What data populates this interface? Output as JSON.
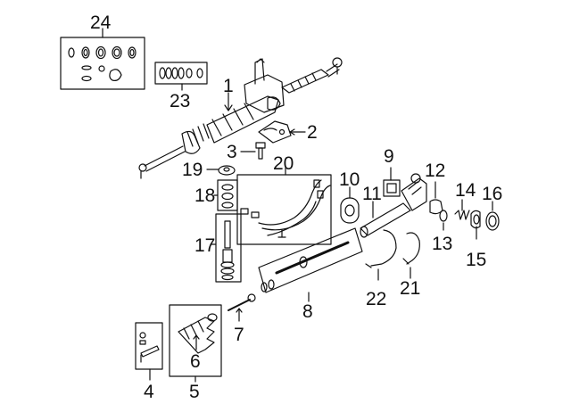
{
  "colors": {
    "line": "#111111",
    "background": "#ffffff"
  },
  "callouts": {
    "c1": "1",
    "c2": "2",
    "c3": "3",
    "c4": "4",
    "c5": "5",
    "c6": "6",
    "c7": "7",
    "c8": "8",
    "c9": "9",
    "c10": "10",
    "c11": "11",
    "c12": "12",
    "c13": "13",
    "c14": "14",
    "c15": "15",
    "c16": "16",
    "c17": "17",
    "c18": "18",
    "c19": "19",
    "c20": "20",
    "c21": "21",
    "c22": "22",
    "c23": "23",
    "c24": "24"
  }
}
